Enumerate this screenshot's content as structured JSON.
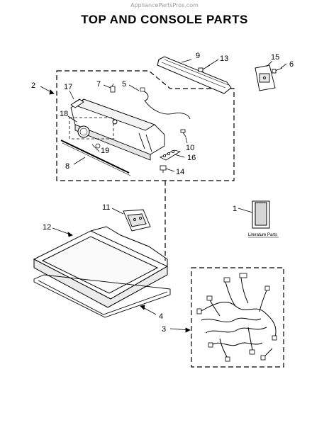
{
  "watermark": "AppliancePartsPros.com",
  "title": "TOP AND CONSOLE PARTS",
  "literature_label": "Literature Parts",
  "callouts": {
    "c1": "1",
    "c2": "2",
    "c3": "3",
    "c4": "4",
    "c5": "5",
    "c6": "6",
    "c7": "7",
    "c8": "8",
    "c9": "9",
    "c10": "10",
    "c11": "11",
    "c12": "12",
    "c13": "13",
    "c14": "14",
    "c15": "15",
    "c16": "16",
    "c17": "17",
    "c18": "18",
    "c19": "19"
  }
}
